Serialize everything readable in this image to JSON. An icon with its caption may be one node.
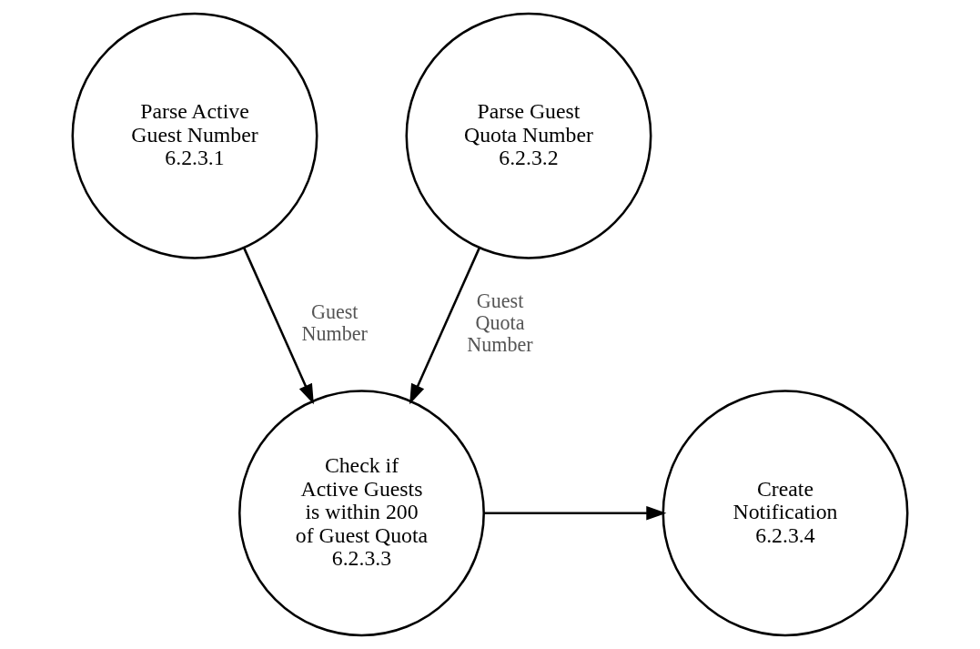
{
  "diagram": {
    "nodes": [
      {
        "text": [
          "Parse Active Guest Number",
          "6.2.3.1"
        ]
      },
      {
        "text": [
          "Parse Guest Quota Number",
          "6.2.3.2"
        ]
      },
      {
        "text": [
          "Check if Active Guests is within 200 of Guest Quota",
          "6.2.3.3"
        ]
      },
      {
        "text": [
          "Create Notification",
          "6.2.3.4"
        ]
      }
    ],
    "edges": [
      {
        "from": 0,
        "to": 2,
        "arrow": "to",
        "label": "Guest Number"
      },
      {
        "from": 1,
        "to": 2,
        "arrow": "to",
        "label": "Guest Quota Number"
      },
      {
        "from": 2,
        "to": 3,
        "arrow": "to"
      }
    ]
  }
}
